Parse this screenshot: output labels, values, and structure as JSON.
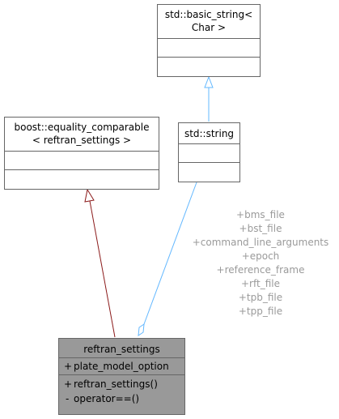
{
  "nodes": {
    "basic_string": {
      "title_line1": "std::basic_string<",
      "title_line2": "Char >"
    },
    "equality_comparable": {
      "title_line1": "boost::equality_comparable",
      "title_line2": "< reftran_settings >"
    },
    "std_string": {
      "title": "std::string"
    },
    "reftran_settings": {
      "title": "reftran_settings",
      "attributes": [
        {
          "visibility": "+",
          "name": "plate_model_option"
        }
      ],
      "methods": [
        {
          "visibility": "+",
          "name": "reftran_settings()"
        },
        {
          "visibility": "-",
          "name": "operator==()"
        }
      ]
    }
  },
  "edge_labels": {
    "string_to_reftran": [
      "+bms_file",
      "+bst_file",
      "+command_line_arguments",
      "+epoch",
      "+reference_frame",
      "+rft_file",
      "+tpb_file",
      "+tpp_file"
    ]
  },
  "colors": {
    "inheritance_public": "#63b8ff",
    "inheritance_protected": "#8b1a1a",
    "usage": "#63b8ff",
    "highlight_fill": "#999999",
    "label": "#9a9a9a"
  }
}
